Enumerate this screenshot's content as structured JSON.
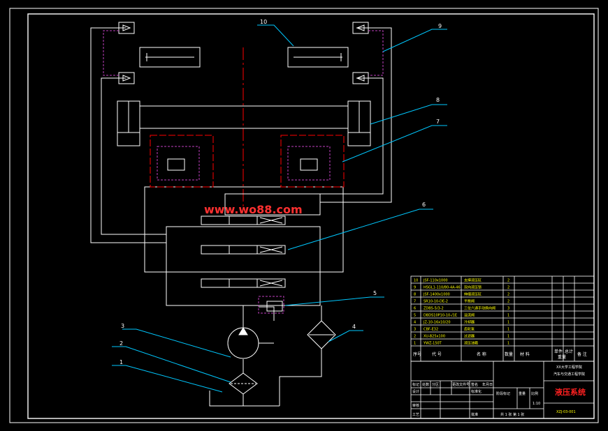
{
  "colors": {
    "background": "#000000",
    "line": "#ffffff",
    "leader": "#00c8ff",
    "centerline": "#ff0000",
    "dashed": "#c040c0",
    "watermark": "#ff3030",
    "table_text": "#ffff00",
    "title_red": "#ff2020"
  },
  "watermark": "www.wo88.com",
  "balloons": [
    "10",
    "9",
    "8",
    "7",
    "6",
    "5",
    "4",
    "3",
    "2",
    "1"
  ],
  "bom": [
    {
      "no": "10",
      "code": "JSF-110x1000",
      "name": "支撑液压缸",
      "qty": "2"
    },
    {
      "no": "9",
      "code": "HSGL1-110/80-4A-46",
      "name": "双向液压锁",
      "qty": "2"
    },
    {
      "no": "8",
      "code": "JSF-1400x1000",
      "name": "伸缩液压缸",
      "qty": "2"
    },
    {
      "no": "7",
      "code": "SR10-10-DE-2",
      "name": "平衡阀",
      "qty": "2"
    },
    {
      "no": "6",
      "code": "ZDBS-5/3-2",
      "name": "三位六通手动换向阀",
      "qty": "3"
    },
    {
      "no": "5",
      "code": "DBDS10P10-10-/1E",
      "name": "溢流阀",
      "qty": "1"
    },
    {
      "no": "4",
      "code": "JZ-10-16x10/20",
      "name": "冷却器",
      "qty": "1"
    },
    {
      "no": "3",
      "code": "CBF-E32",
      "name": "齿轮泵",
      "qty": "1"
    },
    {
      "no": "2",
      "code": "XU-B25x100",
      "name": "过滤器",
      "qty": "1"
    },
    {
      "no": "1",
      "code": "YWZ-150T",
      "name": "液压油箱",
      "qty": "1"
    }
  ],
  "bom_header": {
    "no": "序号",
    "code": "代 号",
    "name": "名 称",
    "qty": "数量",
    "material": "材 料",
    "unit_weight": "单件",
    "total_weight": "总计",
    "weight": "重量",
    "remark": "备 注"
  },
  "title_block": {
    "school_line1": "XX大学工程学院",
    "school_line2": "汽车与交通工程学院",
    "drawing_title": "液压系统",
    "drawing_no": "XZJ-03-001",
    "mark_label": "标记",
    "count_label": "处数",
    "zone_label": "分区",
    "change_doc_label": "更改文件号",
    "sign_label": "签名",
    "date_label": "年月日",
    "design_label": "设计",
    "standard_label": "标准化",
    "stage_mark_label": "阶段标记",
    "weight_label": "重量",
    "scale_label": "比例",
    "scale_value": "1:10",
    "review_label": "审核",
    "process_label": "工艺",
    "approve_label": "批准",
    "sheet_label": "共 1 张  第 1 张"
  }
}
